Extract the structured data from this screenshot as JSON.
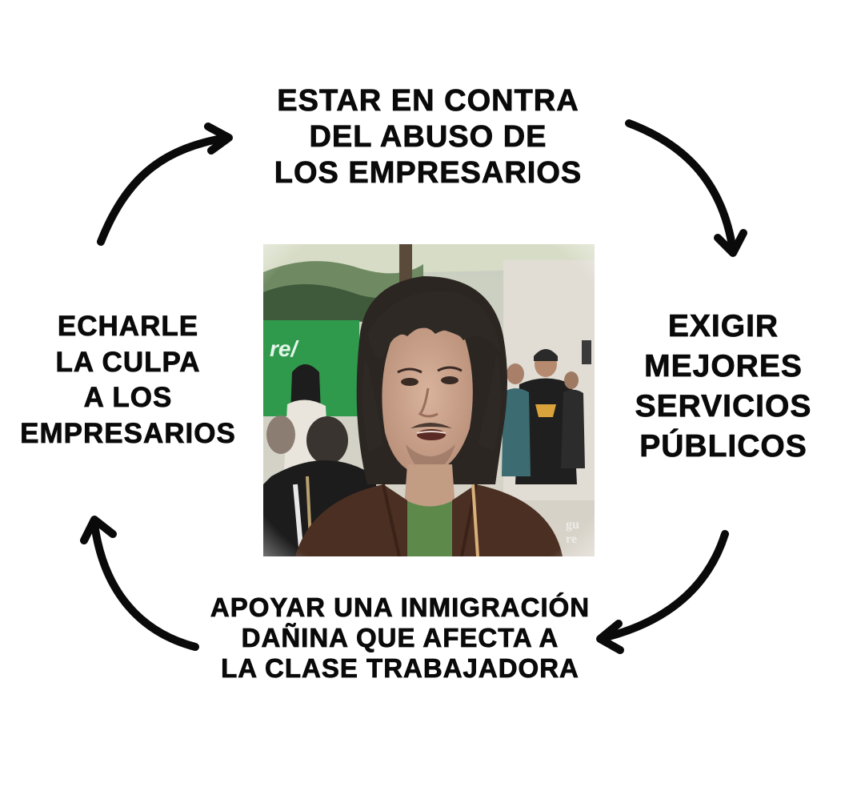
{
  "cycle": {
    "top": {
      "lines": [
        "ESTAR EN CONTRA",
        "DEL ABUSO DE",
        "LOS EMPRESARIOS"
      ]
    },
    "right": {
      "lines": [
        "EXIGIR",
        "MEJORES",
        "SERVICIOS",
        "PÚBLICOS"
      ]
    },
    "bottom": {
      "lines": [
        "APOYAR UNA INMIGRACIÓN",
        "DAÑINA QUE AFECTA A",
        "LA CLASE TRABAJADORA"
      ]
    },
    "left": {
      "lines": [
        "ECHARLE",
        "LA CULPA",
        "A LOS",
        "EMPRESARIOS"
      ]
    }
  },
  "center_photo": {
    "subject": "young-man-long-hair-photo"
  },
  "colors": {
    "text": "#0a0a0a",
    "arrows": "#0a0a0a",
    "background": "#ffffff"
  }
}
